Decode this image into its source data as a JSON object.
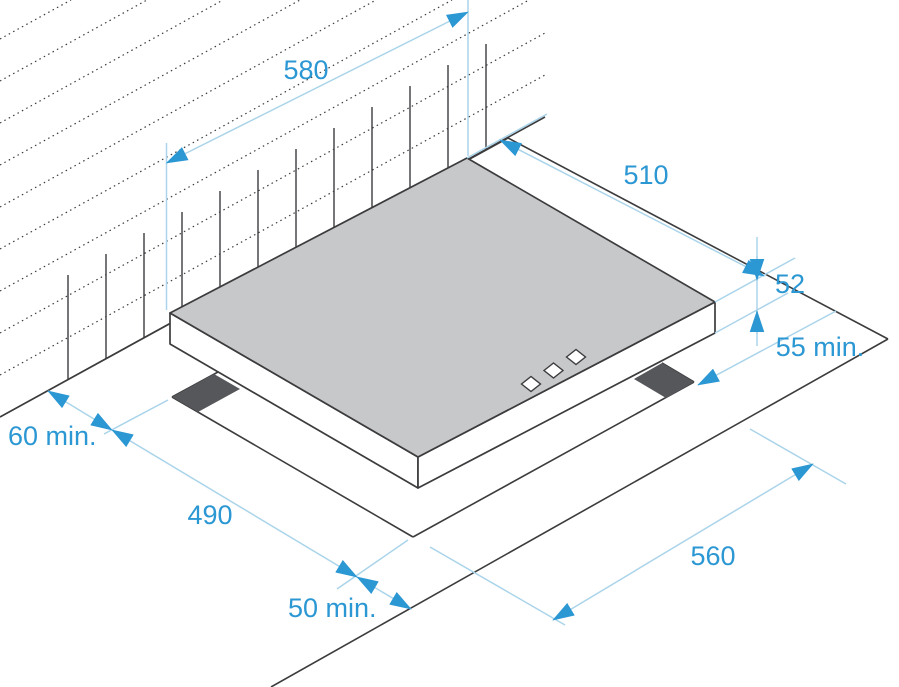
{
  "diagram": {
    "kind": "cooktop-installation-dimensions",
    "unit": "mm",
    "controls_count": 3
  },
  "colors": {
    "accent": "#2b97d3",
    "dim_line": "#aad4ea",
    "line": "#3c3c3e",
    "surface": "#c7c8ca",
    "cutout": "#56575a",
    "background": "#ffffff"
  },
  "dimensions": {
    "cooktop_width": "580",
    "cooktop_depth": "510",
    "cooktop_thickness": "52",
    "rear_clearance": "55 min.",
    "side_clearance": "60 min.",
    "cutout_depth": "490",
    "front_clearance": "50 min.",
    "cutout_width": "560"
  }
}
